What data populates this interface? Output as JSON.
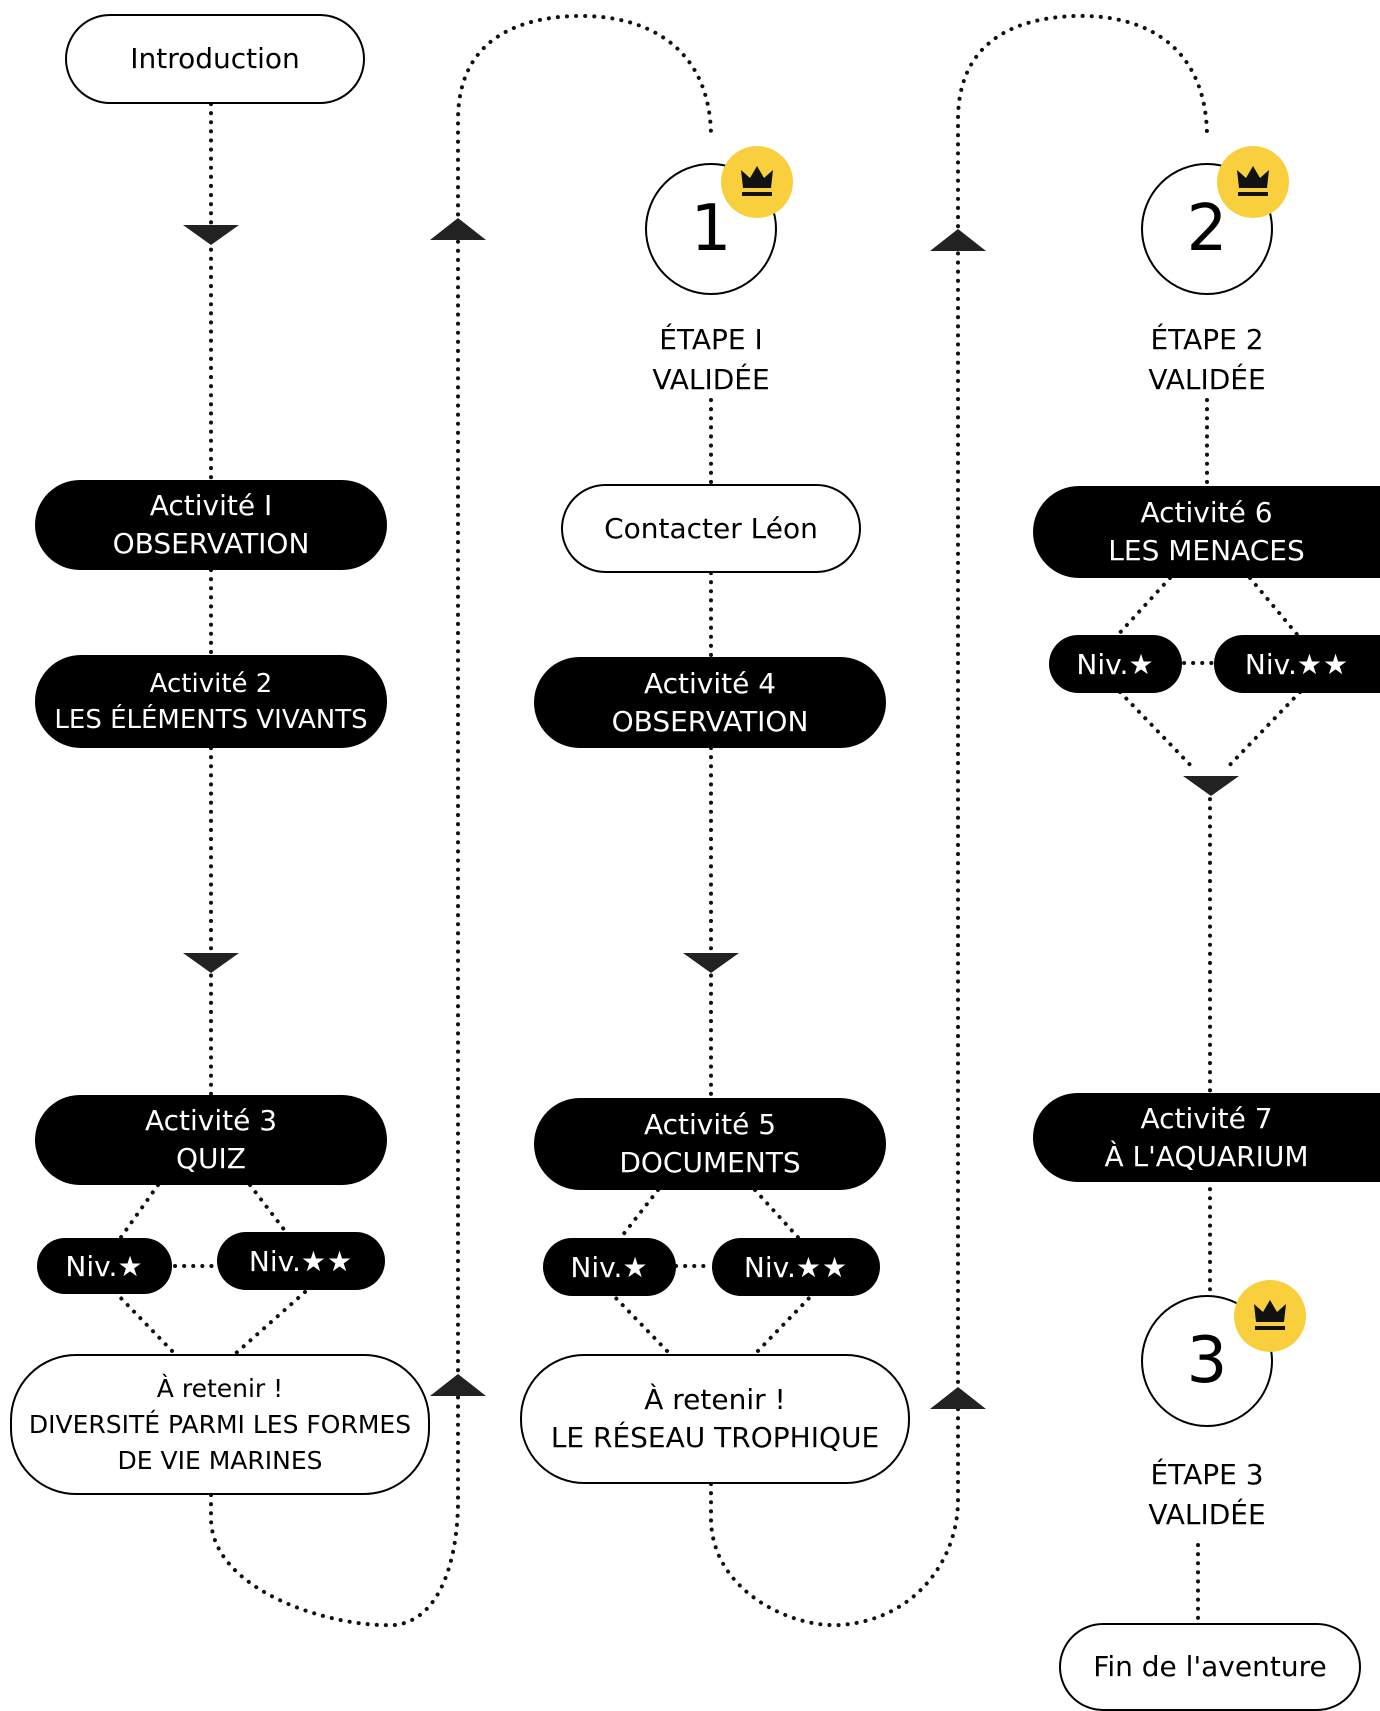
{
  "intro": "Introduction",
  "activities": {
    "a1": {
      "title": "Activité I",
      "subtitle": "OBSERVATION"
    },
    "a2": {
      "title": "Activité 2",
      "subtitle": "LES ÉLÉMENTS VIVANTS"
    },
    "a3": {
      "title": "Activité 3",
      "subtitle": "QUIZ"
    },
    "a4": {
      "title": "Activité 4",
      "subtitle": "OBSERVATION"
    },
    "a5": {
      "title": "Activité 5",
      "subtitle": "DOCUMENTS"
    },
    "a6": {
      "title": "Activité 6",
      "subtitle": "LES MENACES"
    },
    "a7": {
      "title": "Activité 7",
      "subtitle": "À L'AQUARIUM"
    }
  },
  "levels": {
    "prefix": "Niv.",
    "one_star": "★",
    "two_stars": "★★"
  },
  "retenir": {
    "r1": {
      "title": "À retenir !",
      "line1": "DIVERSITÉ PARMI LES FORMES",
      "line2": "DE VIE MARINES"
    },
    "r2": {
      "title": "À retenir !",
      "line1": "LE RÉSEAU TROPHIQUE"
    }
  },
  "steps": [
    {
      "number": "1",
      "label1": "ÉTAPE I",
      "label2": "VALIDÉE"
    },
    {
      "number": "2",
      "label1": "ÉTAPE 2",
      "label2": "VALIDÉE"
    },
    {
      "number": "3",
      "label1": "ÉTAPE 3",
      "label2": "VALIDÉE"
    }
  ],
  "contact": "Contacter Léon",
  "end": "Fin de l'aventure",
  "icons": {
    "step_badge": "crown-icon"
  },
  "colors": {
    "badge": "#F9CF3E",
    "pill_dark": "#000000",
    "line": "#111111"
  }
}
